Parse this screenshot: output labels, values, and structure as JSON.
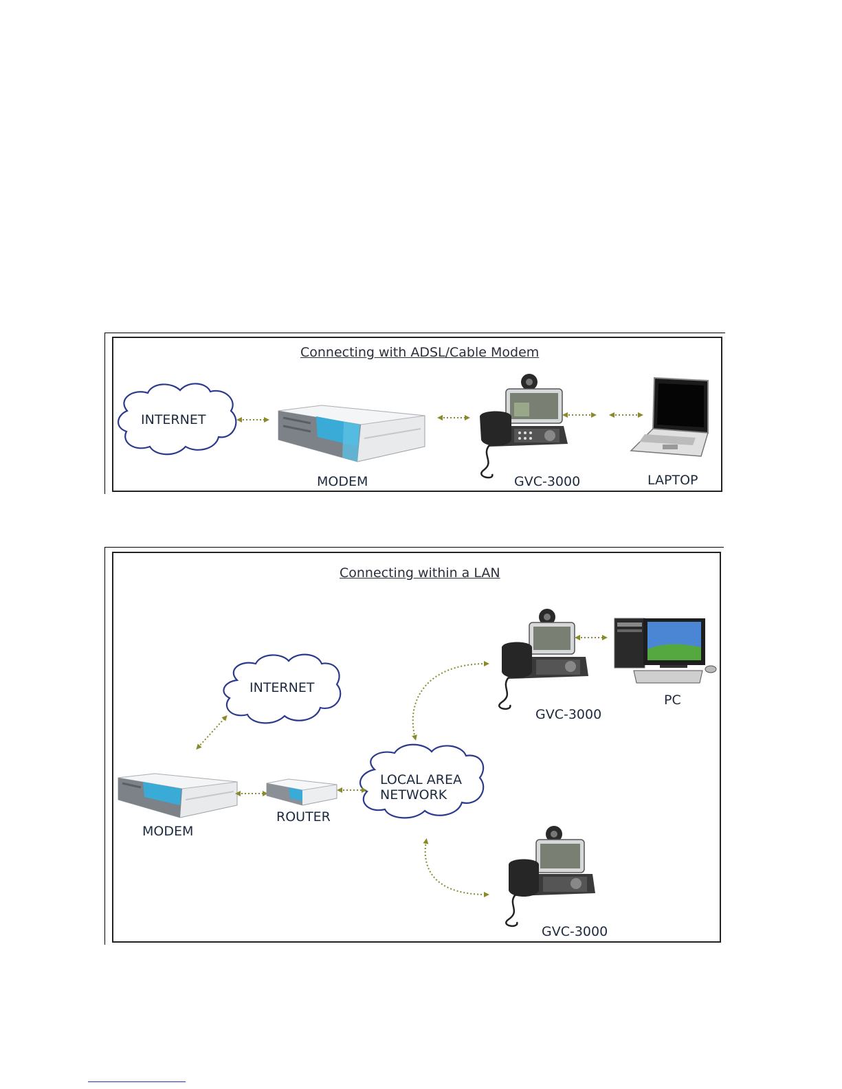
{
  "colors": {
    "arrow": "#8a8a2a",
    "cloud_stroke": "#2c3a8c",
    "label_text": "#1d2a3e",
    "modem_blue": "#3aaad6",
    "footer_line": "#1a35c8"
  },
  "diagram1": {
    "title": "Connecting with ADSL/Cable Modem",
    "internet_label": "INTERNET",
    "modem_label": "MODEM",
    "phone_label": "GVC-3000",
    "laptop_label": "LAPTOP"
  },
  "diagram2": {
    "title": "Connecting within a LAN",
    "internet_label": "INTERNET",
    "modem_label": "MODEM",
    "router_label": "ROUTER",
    "lan_label_line1": "LOCAL AREA",
    "lan_label_line2": "NETWORK",
    "phone_top_label": "GVC-3000",
    "pc_label": "PC",
    "phone_bottom_label": "GVC-3000"
  }
}
